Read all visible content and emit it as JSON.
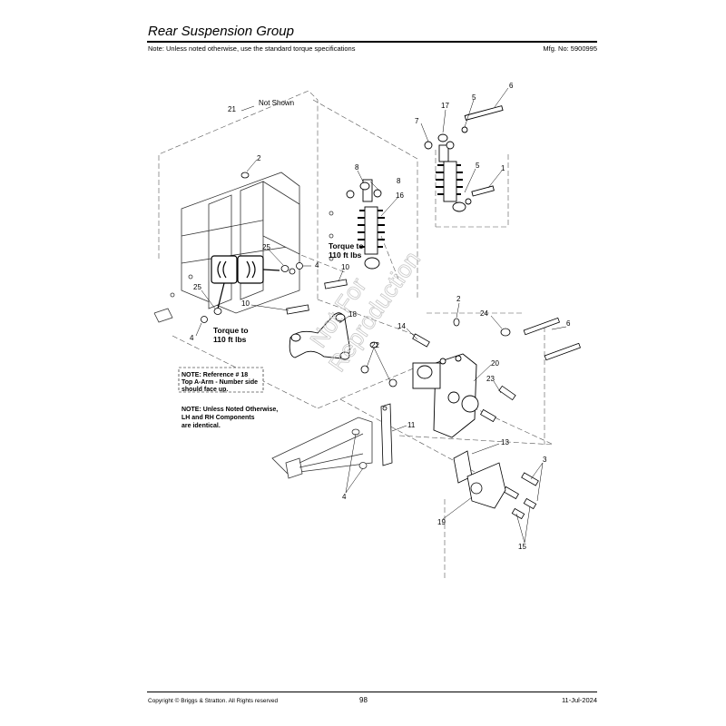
{
  "header": {
    "title": "Rear Suspension Group",
    "note": "Note: Unless noted otherwise, use the standard torque specifications",
    "mfg": "Mfg. No: 5900995"
  },
  "footer": {
    "copyright": "Copyright © Briggs & Stratton. All Rights reserved",
    "page": "98",
    "date": "11-Jul-2024"
  },
  "diagram": {
    "not_shown": "Not Shown",
    "torque_line1": "Torque to",
    "torque_line2": "110 ft lbs",
    "watermark_line1": "Not For",
    "watermark_line2": "Reproduction",
    "note1": [
      "NOTE: Reference # 18",
      "Top A-Arm - Number side",
      "should face up."
    ],
    "note2": [
      "NOTE: Unless Noted Otherwise,",
      "LH and RH Components",
      "are identical."
    ],
    "callouts": [
      "21",
      "6",
      "5",
      "7",
      "17",
      "2",
      "8",
      "8",
      "5",
      "1",
      "16",
      "25",
      "10",
      "4",
      "25",
      "10",
      "18",
      "2",
      "24",
      "6",
      "14",
      "4",
      "22",
      "20",
      "23",
      "11",
      "13",
      "3",
      "4",
      "19",
      "15"
    ]
  }
}
